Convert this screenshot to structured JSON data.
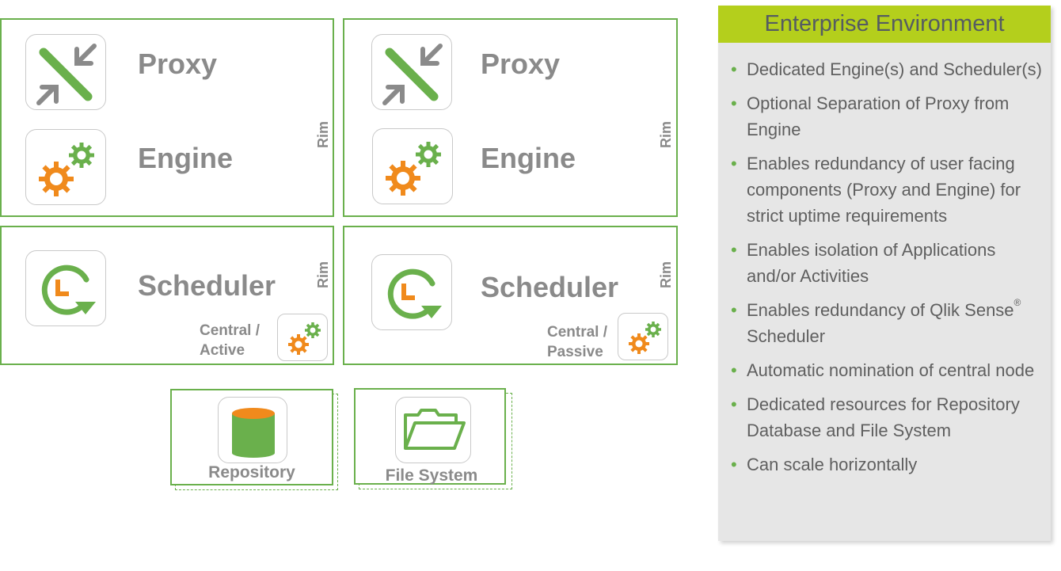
{
  "nodes": [
    {
      "proxy": "Proxy",
      "engine": "Engine",
      "rim": "Rim"
    },
    {
      "proxy": "Proxy",
      "engine": "Engine",
      "rim": "Rim"
    }
  ],
  "schedulers": [
    {
      "label": "Scheduler",
      "rim": "Rim",
      "role_line1": "Central /",
      "role_line2": "Active"
    },
    {
      "label": "Scheduler",
      "rim": "Rim",
      "role_line1": "Central /",
      "role_line2": "Passive"
    }
  ],
  "storage": {
    "repository": "Repository",
    "file_system": "File System"
  },
  "panel": {
    "title": "Enterprise Environment",
    "bullets": [
      "Dedicated Engine(s) and Scheduler(s)",
      "Optional Separation of Proxy from Engine",
      "Enables redundancy of user facing components (Proxy and Engine) for strict uptime requirements",
      "Enables isolation of Applications and/or Activities",
      "Enables redundancy of Qlik Sense",
      "Automatic nomination of central node",
      "Dedicated resources for Repository Database and File System",
      "Can scale horizontally"
    ],
    "bullet5_sup": "®",
    "bullet5_tail": "Scheduler"
  },
  "colors": {
    "green": "#6ab04c",
    "orange": "#f08a1c",
    "header": "#b4cf1c",
    "gray_text": "#8a8a8a"
  }
}
